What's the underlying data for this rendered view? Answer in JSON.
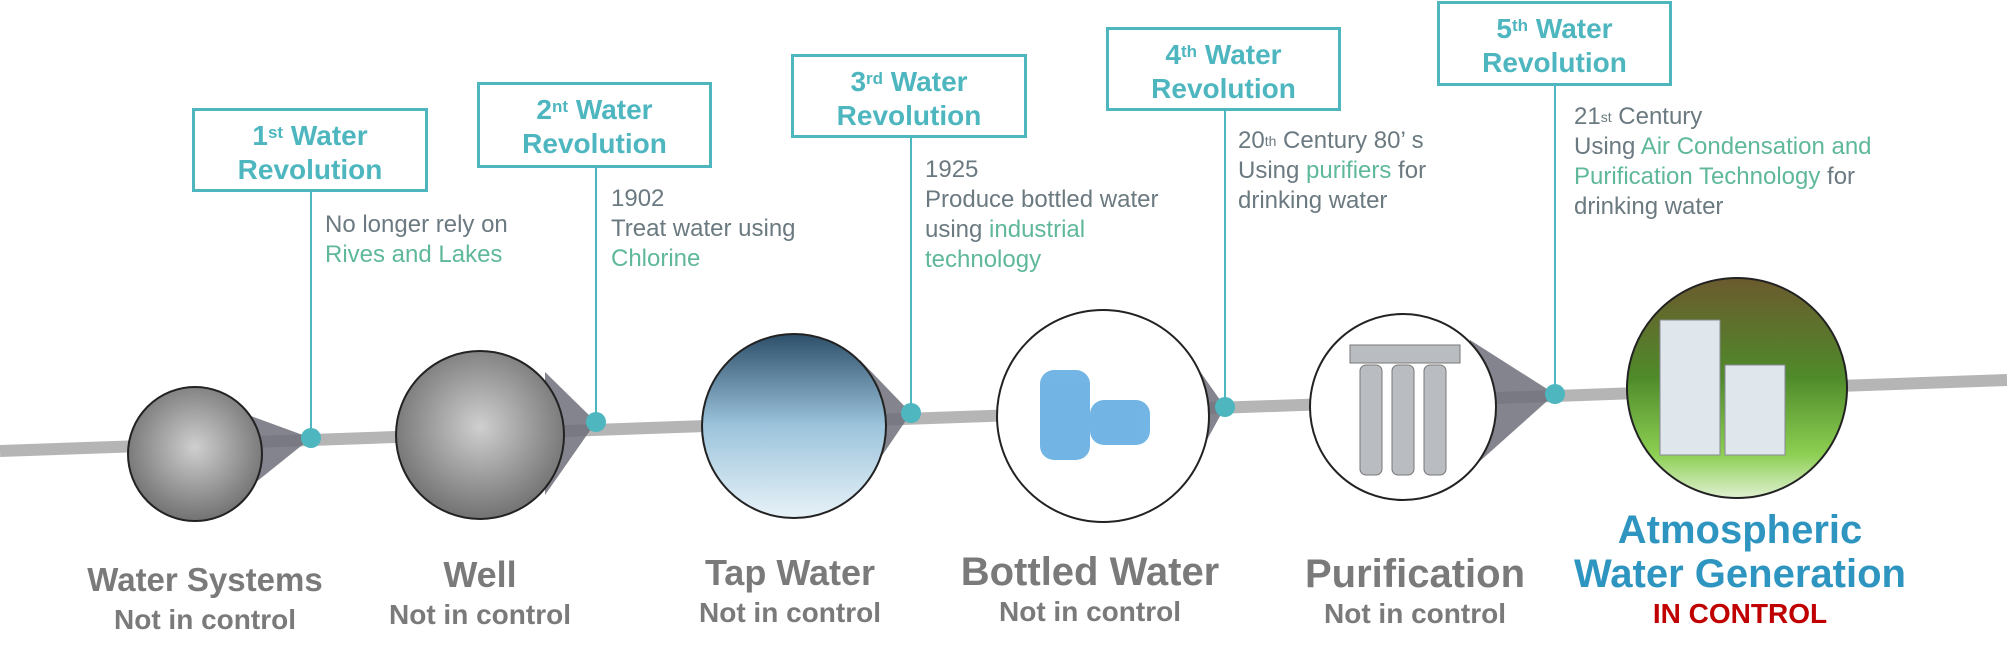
{
  "revolutions": [
    {
      "num": "1",
      "sup": "st",
      "title": "Water",
      "title2": "Revolution"
    },
    {
      "num": "2",
      "sup": "nt",
      "title": "Water",
      "title2": "Revolution"
    },
    {
      "num": "3",
      "sup": "rd",
      "title": "Water",
      "title2": "Revolution"
    },
    {
      "num": "4",
      "sup": "th",
      "title": "Water",
      "title2": "Revolution"
    },
    {
      "num": "5",
      "sup": "th",
      "title": "Water",
      "title2": "Revolution"
    }
  ],
  "descriptions": [
    {
      "l1": "No longer rely on",
      "hl": "Rives and Lakes"
    },
    {
      "l1": "1902",
      "l2": "Treat water using",
      "hl": "Chlorine"
    },
    {
      "l1": "1925",
      "l2": "Produce bottled water",
      "pre": "using ",
      "hl": "industrial",
      "hl2": "technology"
    },
    {
      "num": "20",
      "sup": "th",
      "l1": " Century 80’ s",
      "pre": "Using ",
      "hl": "purifiers",
      "post": " for",
      "l3": "drinking water"
    },
    {
      "num": "21",
      "sup": "st",
      "l1": " Century",
      "pre": "Using ",
      "hl": "Air Condensation and",
      "hl2": "Purification Technology",
      "post": " for",
      "l3": "drinking water"
    }
  ],
  "stages": [
    {
      "title": "Water Systems",
      "status": "Not in control"
    },
    {
      "title": "Well",
      "status": "Not in control"
    },
    {
      "title": "Tap Water",
      "status": "Not in control"
    },
    {
      "title": "Bottled Water",
      "status": "Not in control"
    },
    {
      "title": "Purification",
      "status": "Not in control"
    },
    {
      "title": "Atmospheric",
      "title2": "Water Generation",
      "status": "IN CONTROL"
    }
  ],
  "colors": {
    "accent": "#4db6bf",
    "highlight": "#5fb89a",
    "awg": "#2e95c0",
    "in_control": "#c00000"
  }
}
